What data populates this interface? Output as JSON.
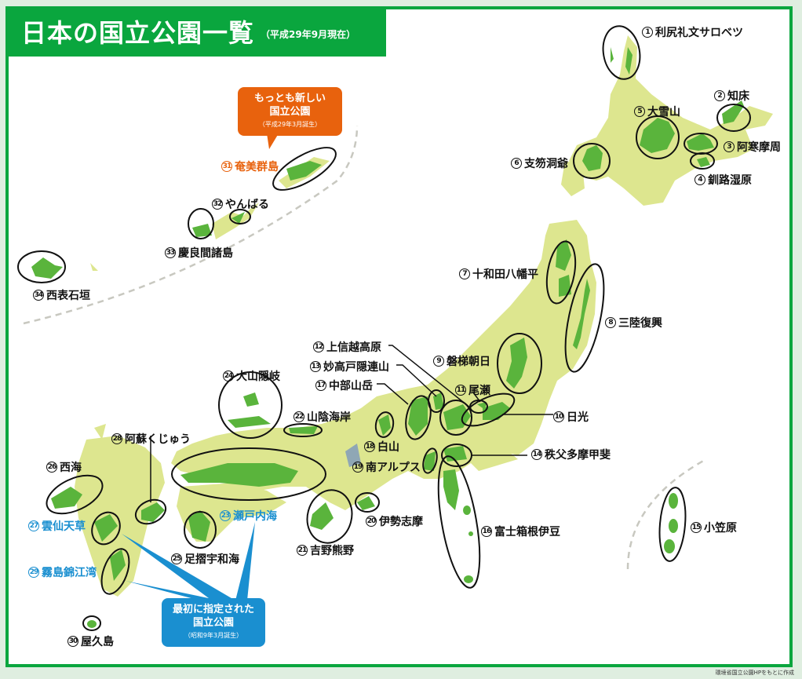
{
  "header": {
    "title": "日本の国立公園一覧",
    "subtitle": "（平成29年9月現在）"
  },
  "colors": {
    "frame_green": "#0aa63e",
    "land": "#dde68f",
    "park": "#5ab43c",
    "callout_new": "#e8620d",
    "callout_first": "#1a8fd0",
    "page_bg": "#dfeee0"
  },
  "callouts": {
    "newest": {
      "line1": "もっとも新しい",
      "line2": "国立公園",
      "line3": "（平成29年3月誕生）"
    },
    "first": {
      "line1": "最初に指定された",
      "line2": "国立公園",
      "line3": "（昭和9年3月誕生）"
    }
  },
  "parks": [
    {
      "no": "1",
      "name": "利尻礼文サロベツ"
    },
    {
      "no": "2",
      "name": "知床"
    },
    {
      "no": "3",
      "name": "阿寒摩周"
    },
    {
      "no": "4",
      "name": "釧路湿原"
    },
    {
      "no": "5",
      "name": "大雪山"
    },
    {
      "no": "6",
      "name": "支笏洞爺"
    },
    {
      "no": "7",
      "name": "十和田八幡平"
    },
    {
      "no": "8",
      "name": "三陸復興"
    },
    {
      "no": "9",
      "name": "磐梯朝日"
    },
    {
      "no": "10",
      "name": "日光"
    },
    {
      "no": "11",
      "name": "尾瀬"
    },
    {
      "no": "12",
      "name": "上信越高原"
    },
    {
      "no": "13",
      "name": "妙高戸隠連山"
    },
    {
      "no": "14",
      "name": "秩父多摩甲斐"
    },
    {
      "no": "15",
      "name": "小笠原"
    },
    {
      "no": "16",
      "name": "富士箱根伊豆"
    },
    {
      "no": "17",
      "name": "中部山岳"
    },
    {
      "no": "18",
      "name": "白山"
    },
    {
      "no": "19",
      "name": "南アルプス"
    },
    {
      "no": "20",
      "name": "伊勢志摩"
    },
    {
      "no": "21",
      "name": "吉野熊野"
    },
    {
      "no": "22",
      "name": "山陰海岸"
    },
    {
      "no": "23",
      "name": "瀬戸内海"
    },
    {
      "no": "24",
      "name": "大山隠岐"
    },
    {
      "no": "25",
      "name": "足摺宇和海"
    },
    {
      "no": "26",
      "name": "西海"
    },
    {
      "no": "27",
      "name": "雲仙天草"
    },
    {
      "no": "28",
      "name": "阿蘇くじゅう"
    },
    {
      "no": "29",
      "name": "霧島錦江湾"
    },
    {
      "no": "30",
      "name": "屋久島"
    },
    {
      "no": "31",
      "name": "奄美群島"
    },
    {
      "no": "32",
      "name": "やんばる"
    },
    {
      "no": "33",
      "name": "慶良間諸島"
    },
    {
      "no": "34",
      "name": "西表石垣"
    }
  ],
  "credit": "環境省国立公園HPをもとに作成"
}
